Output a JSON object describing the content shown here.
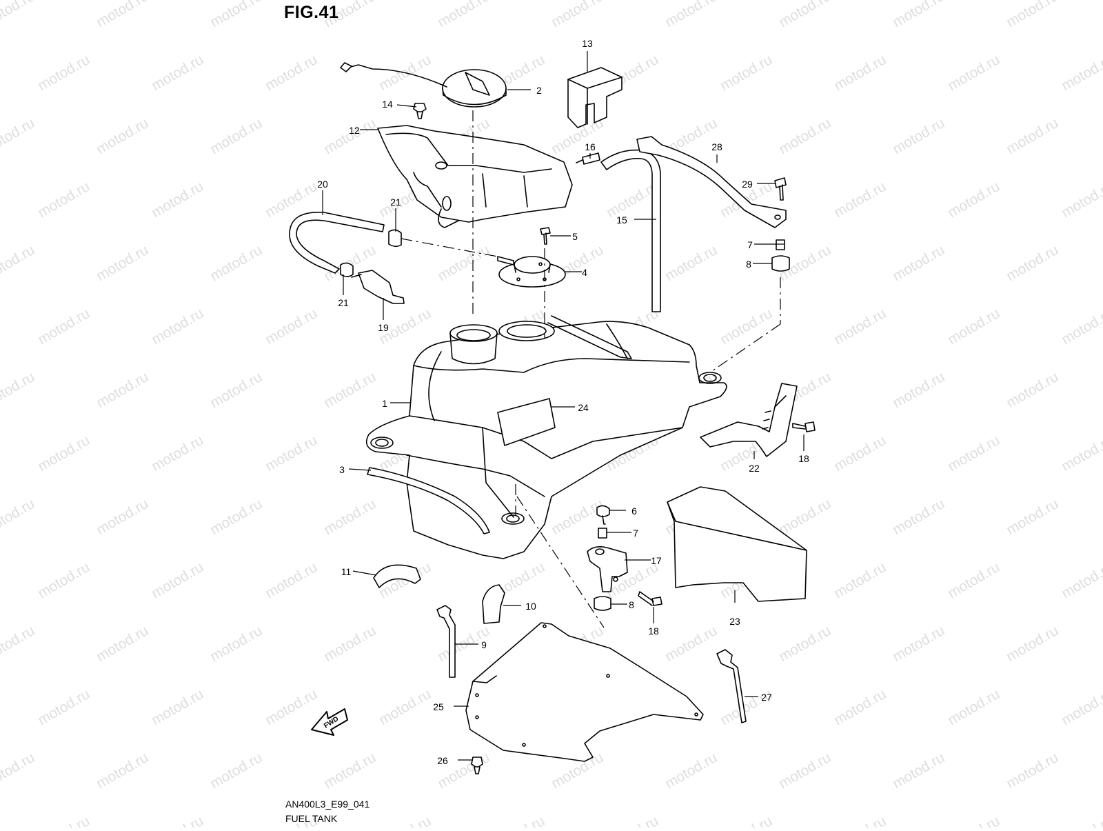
{
  "figure": {
    "title": "FIG.41",
    "code": "AN400L3_E99_041",
    "name": "FUEL TANK"
  },
  "watermark": "motod.ru",
  "direction_label": "FWD",
  "callouts": [
    {
      "label": "1",
      "part": "fuel-tank"
    },
    {
      "label": "2",
      "part": "fuel-cap"
    },
    {
      "label": "3",
      "part": "tank-strip"
    },
    {
      "label": "4",
      "part": "fuel-pump-flange"
    },
    {
      "label": "5",
      "part": "screw"
    },
    {
      "label": "6",
      "part": "bolt"
    },
    {
      "label": "7",
      "part": "collar-upper"
    },
    {
      "label": "7",
      "part": "collar-lower"
    },
    {
      "label": "8",
      "part": "cushion-upper"
    },
    {
      "label": "8",
      "part": "cushion-lower"
    },
    {
      "label": "9",
      "part": "clamp-strap"
    },
    {
      "label": "10",
      "part": "clip"
    },
    {
      "label": "11",
      "part": "cushion-pad"
    },
    {
      "label": "12",
      "part": "tank-cover-tray"
    },
    {
      "label": "13",
      "part": "top-bracket"
    },
    {
      "label": "14",
      "part": "cover-clip"
    },
    {
      "label": "15",
      "part": "drain-hose"
    },
    {
      "label": "16",
      "part": "hose-joint"
    },
    {
      "label": "17",
      "part": "mounting-bracket"
    },
    {
      "label": "18",
      "part": "bolt-right"
    },
    {
      "label": "18",
      "part": "bolt-lower"
    },
    {
      "label": "19",
      "part": "fuel-filter"
    },
    {
      "label": "20",
      "part": "breather-hose"
    },
    {
      "label": "21",
      "part": "hose-clamp-upper"
    },
    {
      "label": "21",
      "part": "hose-clamp-lower"
    },
    {
      "label": "22",
      "part": "side-bracket"
    },
    {
      "label": "23",
      "part": "heat-shield"
    },
    {
      "label": "24",
      "part": "label"
    },
    {
      "label": "25",
      "part": "under-plate"
    },
    {
      "label": "26",
      "part": "plate-clip"
    },
    {
      "label": "27",
      "part": "cable-tie"
    },
    {
      "label": "28",
      "part": "tank-stay"
    },
    {
      "label": "29",
      "part": "stay-bolt"
    }
  ]
}
